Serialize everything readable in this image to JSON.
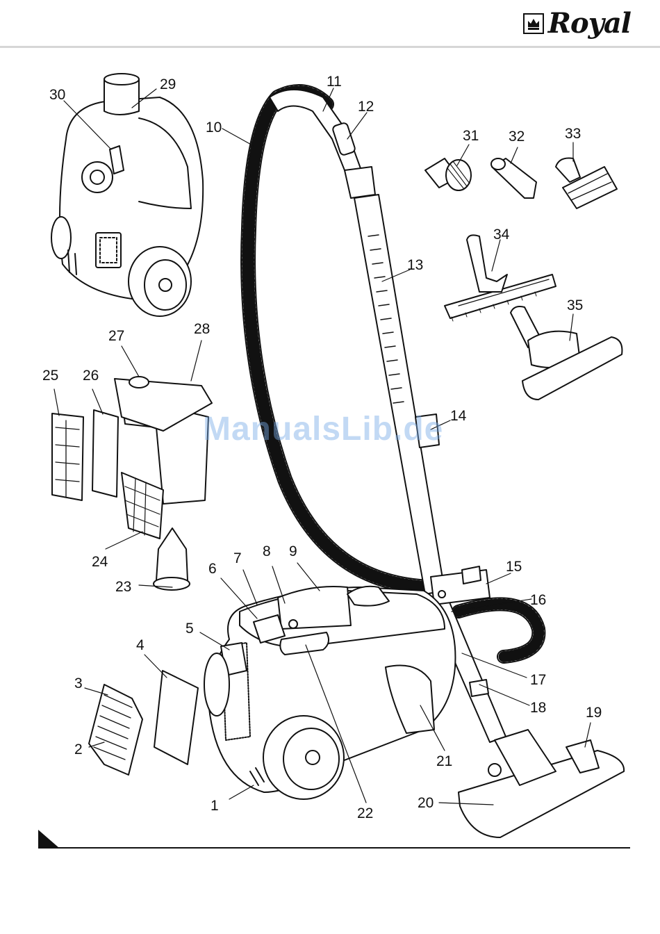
{
  "brand": {
    "name": "Royal",
    "logo": "crown-emblem-icon"
  },
  "watermark": "ManualsLib.de",
  "colors": {
    "ink": "#111111",
    "watermark": "#78aae6",
    "rule": "#d6d6d6"
  },
  "parts": [
    {
      "number": "1"
    },
    {
      "number": "2"
    },
    {
      "number": "3"
    },
    {
      "number": "4"
    },
    {
      "number": "5"
    },
    {
      "number": "6"
    },
    {
      "number": "7"
    },
    {
      "number": "8"
    },
    {
      "number": "9"
    },
    {
      "number": "10"
    },
    {
      "number": "11"
    },
    {
      "number": "12"
    },
    {
      "number": "13"
    },
    {
      "number": "14"
    },
    {
      "number": "15"
    },
    {
      "number": "16"
    },
    {
      "number": "17"
    },
    {
      "number": "18"
    },
    {
      "number": "19"
    },
    {
      "number": "20"
    },
    {
      "number": "21"
    },
    {
      "number": "22"
    },
    {
      "number": "23"
    },
    {
      "number": "24"
    },
    {
      "number": "25"
    },
    {
      "number": "26"
    },
    {
      "number": "27"
    },
    {
      "number": "28"
    },
    {
      "number": "29"
    },
    {
      "number": "30"
    },
    {
      "number": "31"
    },
    {
      "number": "32"
    },
    {
      "number": "33"
    },
    {
      "number": "34"
    },
    {
      "number": "35"
    }
  ]
}
